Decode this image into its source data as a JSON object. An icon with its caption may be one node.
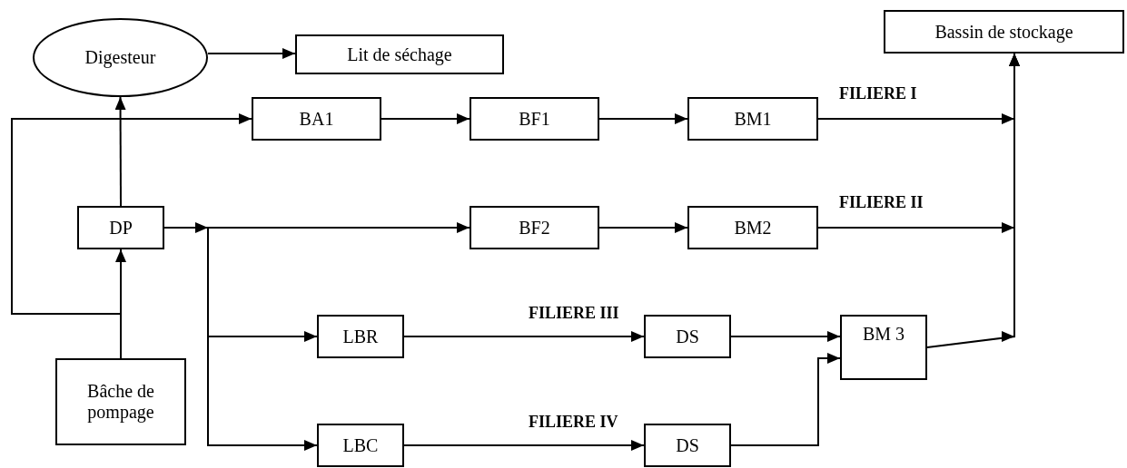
{
  "diagram": {
    "nodes": [
      {
        "text": [
          "Digesteur"
        ]
      },
      {
        "text": [
          "Lit de séchage"
        ]
      },
      {
        "text": [
          "Bassin de stockage"
        ]
      },
      {
        "text": [
          "BA1"
        ]
      },
      {
        "text": [
          "BF1"
        ]
      },
      {
        "text": [
          "BM1"
        ]
      },
      {
        "text": [
          "DP"
        ]
      },
      {
        "text": [
          "BF2"
        ]
      },
      {
        "text": [
          "BM2"
        ]
      },
      {
        "text": [
          "LBR"
        ]
      },
      {
        "text": [
          "DS"
        ]
      },
      {
        "text": [
          "BM 3"
        ]
      },
      {
        "text": [
          "Bâche de pompage"
        ]
      },
      {
        "text": [
          "LBC"
        ]
      },
      {
        "text": [
          "DS"
        ]
      }
    ],
    "edges": [
      {
        "from": 0,
        "to": 1,
        "arrow": "to"
      },
      {
        "from": 12,
        "to": 6,
        "arrow": "to"
      },
      {
        "from": 12,
        "to": 3,
        "arrow": "to"
      },
      {
        "from": 6,
        "to": 0,
        "arrow": "to"
      },
      {
        "from": 3,
        "to": 4,
        "arrow": "to"
      },
      {
        "from": 4,
        "to": 5,
        "arrow": "to"
      },
      {
        "from": 5,
        "to": 2,
        "arrow": "to",
        "label": "FILIERE I"
      },
      {
        "from": 6,
        "to": 7,
        "arrow": "to"
      },
      {
        "from": 6,
        "to": 9,
        "arrow": "to"
      },
      {
        "from": 6,
        "to": 13,
        "arrow": "to"
      },
      {
        "from": 7,
        "to": 8,
        "arrow": "to"
      },
      {
        "from": 8,
        "to": 2,
        "arrow": "to",
        "label": "FILIERE II"
      },
      {
        "from": 9,
        "to": 10,
        "arrow": "to",
        "label": "FILIERE III"
      },
      {
        "from": 10,
        "to": 11,
        "arrow": "to"
      },
      {
        "from": 11,
        "to": 2,
        "arrow": "to"
      },
      {
        "from": 13,
        "to": 14,
        "arrow": "to",
        "label": "FILIERE IV"
      },
      {
        "from": 14,
        "to": 11,
        "arrow": "to"
      }
    ]
  }
}
